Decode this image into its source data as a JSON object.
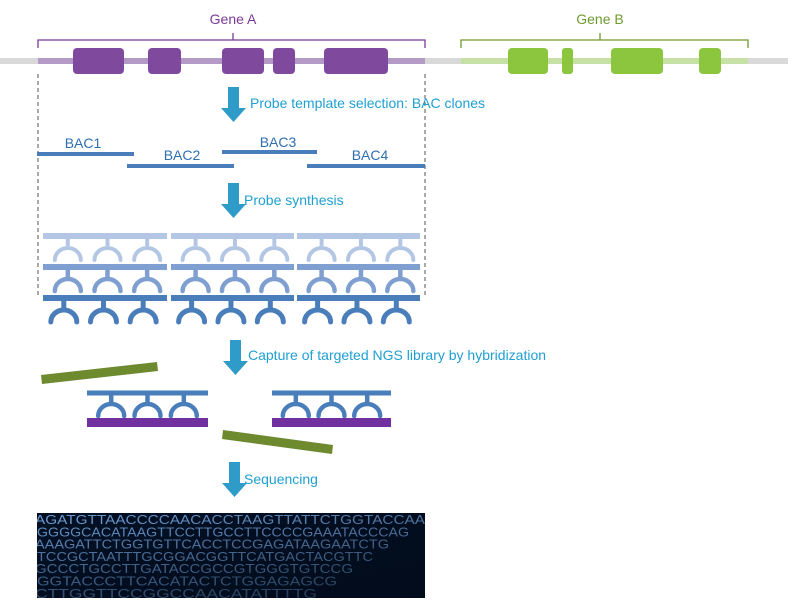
{
  "genes": [
    {
      "label": "Gene A",
      "color": "#7a3b98",
      "exon_color": "#7f4a9e",
      "track_color": "#b49bc7"
    },
    {
      "label": "Gene B",
      "color": "#6e9a2e",
      "exon_color": "#8cc63f",
      "track_color": "#c6e0a5"
    }
  ],
  "steps": [
    {
      "label": "Probe template selection: BAC clones"
    },
    {
      "label": "Probe synthesis"
    },
    {
      "label": "Capture of targeted NGS library by hybridization"
    },
    {
      "label": "Sequencing"
    }
  ],
  "bacs": [
    {
      "label": "BAC1"
    },
    {
      "label": "BAC2"
    },
    {
      "label": "BAC3"
    },
    {
      "label": "BAC4"
    }
  ],
  "sequence_lines": [
    "AGATGTTAACCCCAACACCTAAGTTATTCTGGTACCAA",
    "GGGGCACATAAGTTCCTTGCCTTCCCCGAAATACCCAG",
    "AAAGATTCTGGTGTTCACCTCCGAGATAAGAATCTG",
    "TCCGCTAATTTGCGGACGGTTCATGACTACGTTC",
    "GCCCTGCCTTGATACCGCCGTGGGTGTCCG",
    "GGTACCCTTCACATACTCTGGAGAGCG",
    "CTTGGTTCCGGCCAACATATTTTG"
  ],
  "colors": {
    "arrow": "#2e9bc9",
    "step_text": "#1f9fd2",
    "bac_line": "#4a7ebb",
    "bac_text": "#2f6fb0",
    "probe_dark": "#4a7ebb",
    "probe_mid": "#7f9fd0",
    "probe_light": "#b3c7e5",
    "library": "#6e8a2f",
    "captured": "#7030a0",
    "chromosome": "#d9d9d9",
    "dashed_box": "#555555",
    "seq_bg": "#031024",
    "seq_text": "#6f9fd6"
  }
}
